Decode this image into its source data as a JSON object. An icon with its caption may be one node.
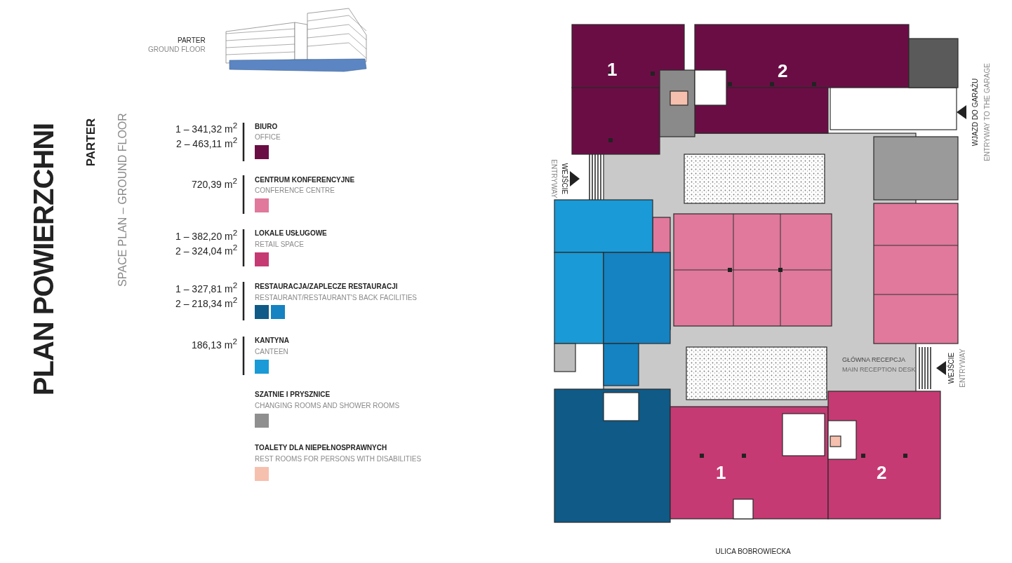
{
  "diagram": {
    "title": "PLAN POWIERZCHNI",
    "labels": [
      "PARTER",
      "GROUND FLOOR",
      "PARTER",
      "SPACE PLAN – GROUND FLOOR",
      "1 – 341,32 m$^{2}$",
      "2 – 463,11 m$^{2}$",
      "OFFICE",
      "720,39 m$^{2}$",
      "CONFERENCE CENTRE",
      "1 – 382,20 m$^{2}$",
      "2 – 324,04 m$^{2}$",
      "RETAIL SPACE",
      "1 – 327,81 m$^{2}$",
      "2 – 218,34 m$^{2}$",
      "186,13 m$^{2}$",
      "CANTEEN",
      "CHANGING ROOMS AND SHOWER ROOMS",
      "REST ROOMS FOR PERSONS WITH DISABILITIES",
      "1",
      "2",
      "WJAZD DO GARAŻU",
      "ENTRYWAY TO THE GARAGE",
      "ENTRYWAY",
      "WEJŚCIE",
      "GŁÓWNA RECEPCJA",
      "MAIN RECEPTION DESK",
      "WEJŚCIE",
      "ENTRYWAY",
      "1",
      "2",
      "ULICA BOBROWIECKA"
    ],
    "legend": [
      {
        "text": "BIURO",
        "color": "#6b0d45"
      },
      {
        "text": "CENTRUM KONFERENCYJNE",
        "color": "#e0799b"
      },
      {
        "text": "LOKALE USŁUGOWE",
        "color": "#c63a73"
      },
      {
        "text": "RESTAURACJA/ZAPLECZE RESTAURACJI",
        "color": "#0f5a86"
      },
      {
        "text": "RESTAURANT/RESTAURANT'S BACK FACILITIES",
        "color": "#1582c1"
      },
      {
        "text": "KANTYNA",
        "color": "#1a9ad6"
      },
      {
        "text": "SZATNIE I PRYSZNICE",
        "color": "#8f8f8f"
      },
      {
        "text": "TOALETY DLA NIEPEŁNOSPRAWNYCH",
        "color": "#f6c0ae"
      }
    ]
  }
}
